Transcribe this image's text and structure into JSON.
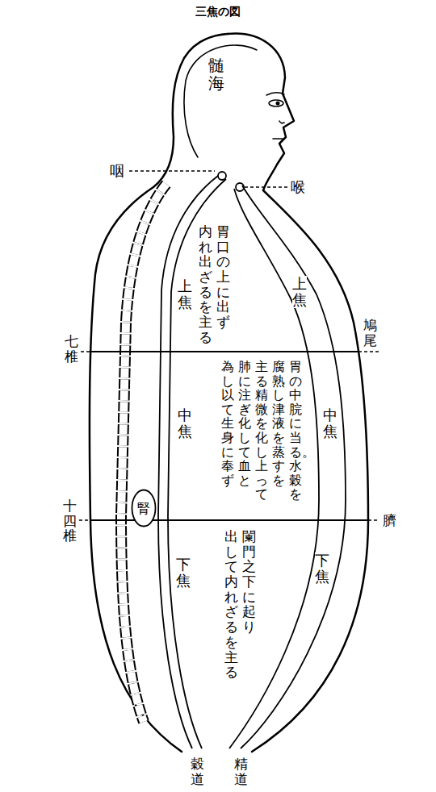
{
  "diagram": {
    "title": "三焦の図",
    "nodes": [
      {
        "text": [
          "腎"
        ]
      }
    ],
    "labels": [
      "髄海",
      "咽",
      "喉",
      "上焦",
      "胃口の上に出ず",
      "内れ出ざるを主る",
      "上焦",
      "七椎",
      "鳩尾",
      "胃の中脘に当る。水穀を",
      "腐熟し津液を蒸すを",
      "主る精微を化し上って",
      "肺に注ぎ化して血と",
      "為し以て生身に奉ず",
      "中焦",
      "中焦",
      "十四椎",
      "臍",
      "闌門之下に起り",
      "出して内れざるを主る",
      "下焦",
      "下焦",
      "穀道",
      "精道"
    ]
  }
}
